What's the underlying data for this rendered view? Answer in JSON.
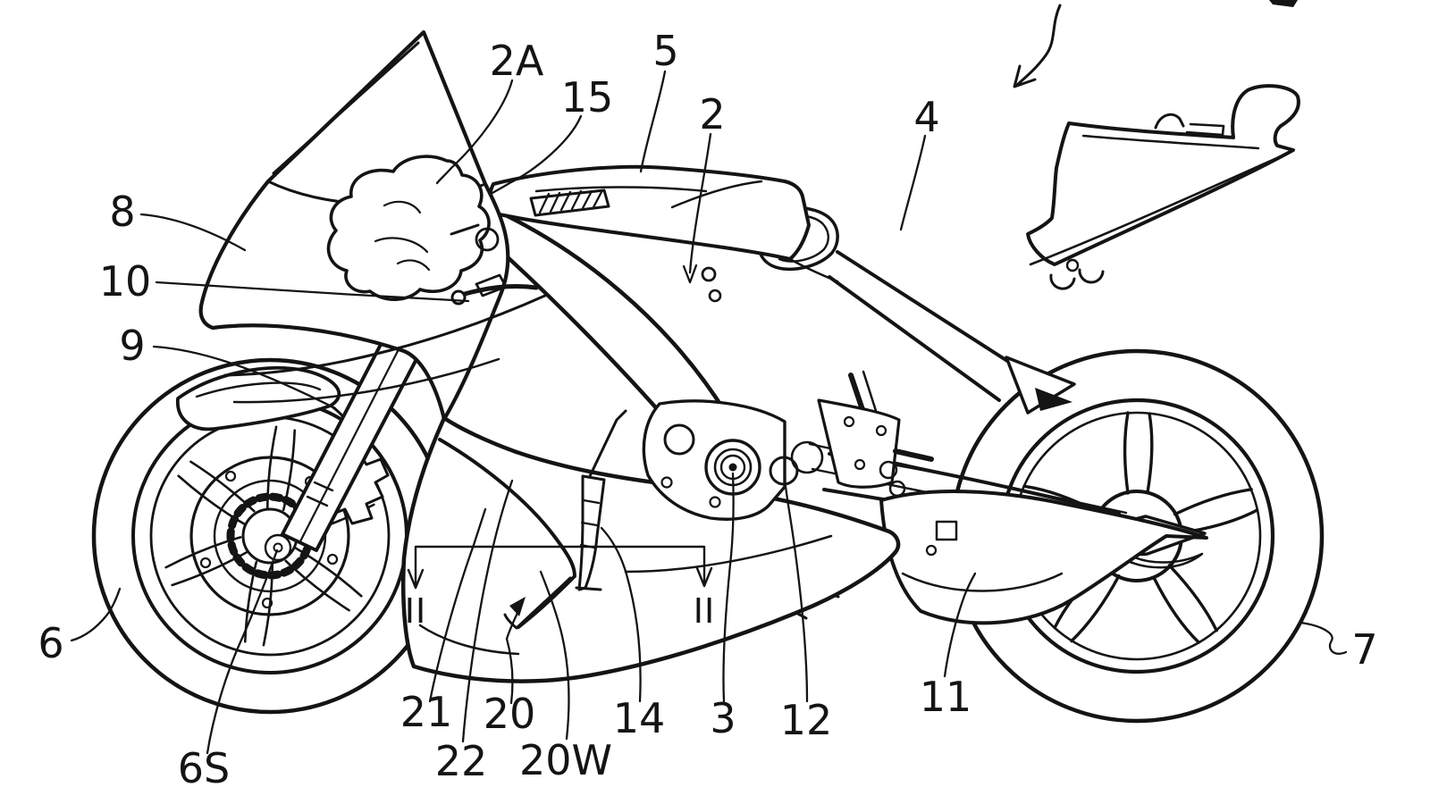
{
  "figure": {
    "kind": "patent-style line drawing",
    "subject": "Sport motorcycle, right side elevation view",
    "background_color": "#ffffff",
    "ink_color": "#141414",
    "top_edge_fragment": "cropped figure-number fragment at top edge",
    "section_line": "II - II with downward arrows"
  },
  "labels": {
    "n2A": "2A",
    "n15": "15",
    "n5": "5",
    "n2": "2",
    "n4": "4",
    "n8": "8",
    "n10": "10",
    "n9": "9",
    "n6": "6",
    "n6S": "6S",
    "n21": "21",
    "n22": "22",
    "n20": "20",
    "n20W": "20W",
    "n14": "14",
    "n3": "3",
    "n12": "12",
    "n11": "11",
    "n7": "7",
    "sectionLeft": "II",
    "sectionRight": "II"
  }
}
